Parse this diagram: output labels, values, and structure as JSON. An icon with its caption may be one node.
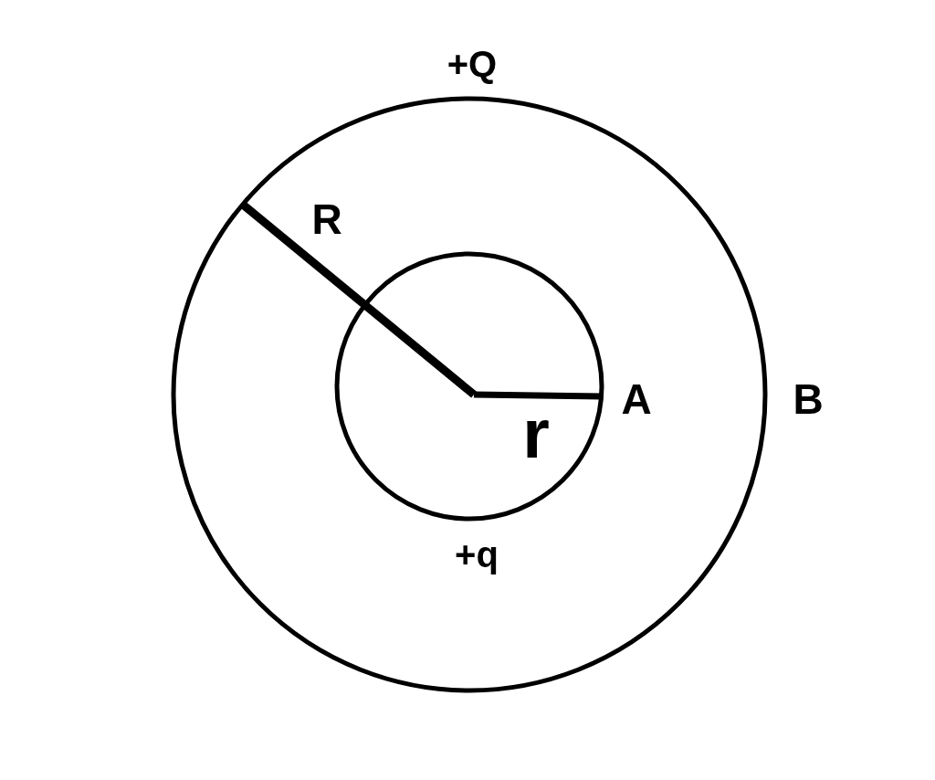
{
  "diagram": {
    "labels": [
      "+Q",
      "R",
      "A",
      "B",
      "r",
      "+q"
    ]
  }
}
